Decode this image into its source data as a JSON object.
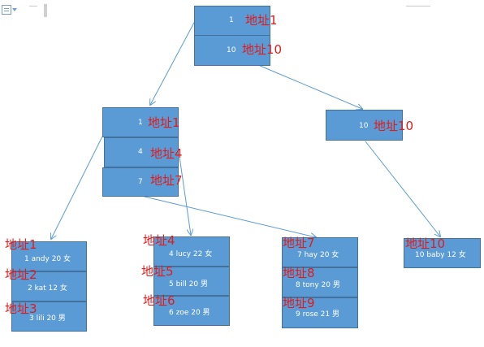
{
  "page": {
    "title": ""
  },
  "root": {
    "rows": [
      {
        "key": "1",
        "addr": "地址1"
      },
      {
        "key": "10",
        "addr": "地址10"
      }
    ]
  },
  "internal_left": {
    "rows": [
      {
        "key": "1",
        "addr": "地址1"
      },
      {
        "key": "4",
        "addr": "地址4"
      },
      {
        "key": "7",
        "addr": "地址7"
      }
    ]
  },
  "internal_right": {
    "rows": [
      {
        "key": "10",
        "addr": "地址10"
      }
    ]
  },
  "leaves": [
    {
      "rows": [
        {
          "text": "1 andy 20  女",
          "addr": "地址1"
        },
        {
          "text": "2 kat  12  女",
          "addr": "地址2"
        },
        {
          "text": "3 lili 20  男",
          "addr": "地址3"
        }
      ]
    },
    {
      "rows": [
        {
          "text": "4 lucy 22  女",
          "addr": "地址4"
        },
        {
          "text": "5 bill 20  男",
          "addr": "地址5"
        },
        {
          "text": "6 zoe 20  男",
          "addr": "地址6"
        }
      ]
    },
    {
      "rows": [
        {
          "text": "7 hay 20  女",
          "addr": "地址7"
        },
        {
          "text": "8 tony 20  男",
          "addr": "地址8"
        },
        {
          "text": "9 rose 21  男",
          "addr": "地址9"
        }
      ]
    },
    {
      "rows": [
        {
          "text": "10 baby 12  女",
          "addr": "地址10"
        }
      ]
    }
  ],
  "colors": {
    "node_fill": "#5b9bd5",
    "node_border": "#41719c",
    "arrow": "#5b9bd5",
    "address_text": "#e01b1b"
  },
  "icons": [
    "document-icon",
    "dropdown-caret-icon"
  ]
}
